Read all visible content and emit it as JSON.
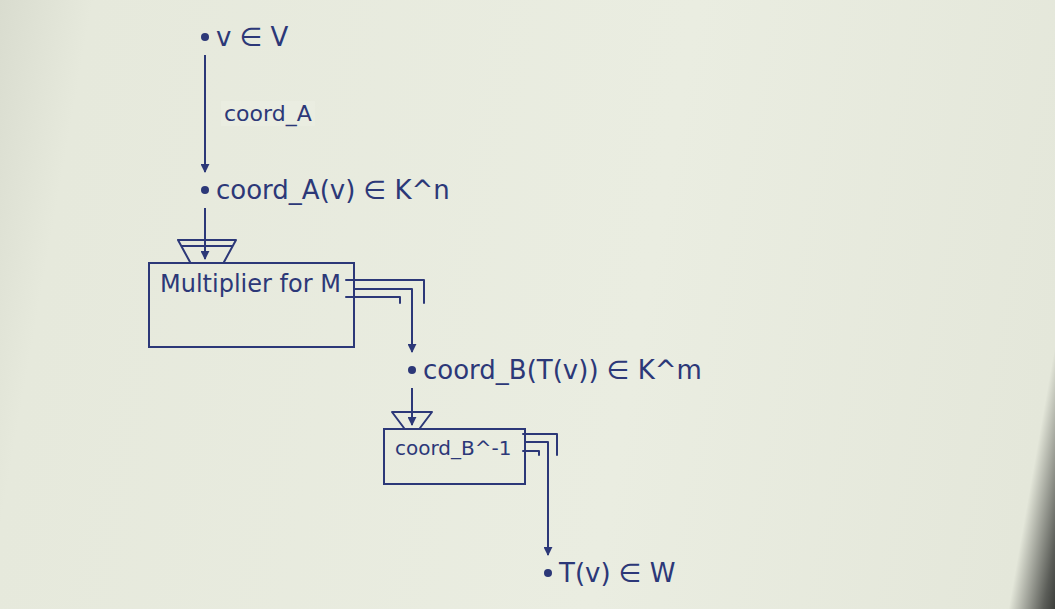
{
  "diagram": {
    "nodes": [
      {
        "text": [
          "v ∈ V"
        ]
      },
      {
        "text": [
          "coord_A(v) ∈ K^n"
        ]
      },
      {
        "text": [
          "Multiplier for M"
        ]
      },
      {
        "text": [
          "coord_B(T(v)) ∈ K^m"
        ]
      },
      {
        "text": [
          "coord_B^-1"
        ]
      },
      {
        "text": [
          "T(v) ∈ W"
        ]
      }
    ],
    "edges": [
      {
        "from": 0,
        "to": 1,
        "arrow": "to",
        "label": "coord_A"
      },
      {
        "from": 1,
        "to": 2,
        "arrow": "to"
      },
      {
        "from": 2,
        "to": 3,
        "arrow": "to"
      },
      {
        "from": 3,
        "to": 4,
        "arrow": "to"
      },
      {
        "from": 4,
        "to": 5,
        "arrow": "to"
      }
    ]
  }
}
